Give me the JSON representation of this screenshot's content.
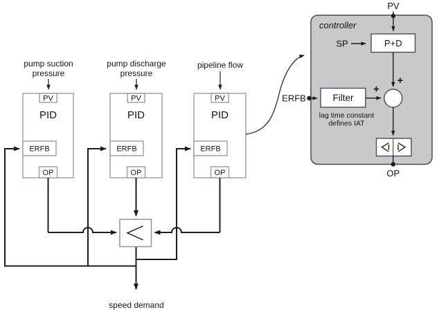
{
  "colors": {
    "background": "#ffffff",
    "line": "#1c1c1c",
    "box_border": "#8a9696",
    "controller_fill": "#c9c9c9",
    "controller_border": "#3e4d66"
  },
  "pids": [
    {
      "label1": "pump suction",
      "label2": "pressure",
      "pv": "PV",
      "title": "PID",
      "erfb": "ERFB",
      "op": "OP"
    },
    {
      "label1": "pump discharge",
      "label2": "pressure",
      "pv": "PV",
      "title": "PID",
      "erfb": "ERFB",
      "op": "OP"
    },
    {
      "label1": "pipeline flow",
      "label2": "",
      "pv": "PV",
      "title": "PID",
      "erfb": "ERFB",
      "op": "OP"
    }
  ],
  "selector": {
    "symbol": "<"
  },
  "output": {
    "label": "speed demand"
  },
  "controller": {
    "title": "controller",
    "pv": "PV",
    "sp": "SP",
    "pd": "P+D",
    "erfb": "ERFB",
    "filter": "Filter",
    "plus_pd": "+",
    "plus_filter": "+",
    "note1": "lag time constant",
    "note2": "defines IAT",
    "op": "OP"
  }
}
